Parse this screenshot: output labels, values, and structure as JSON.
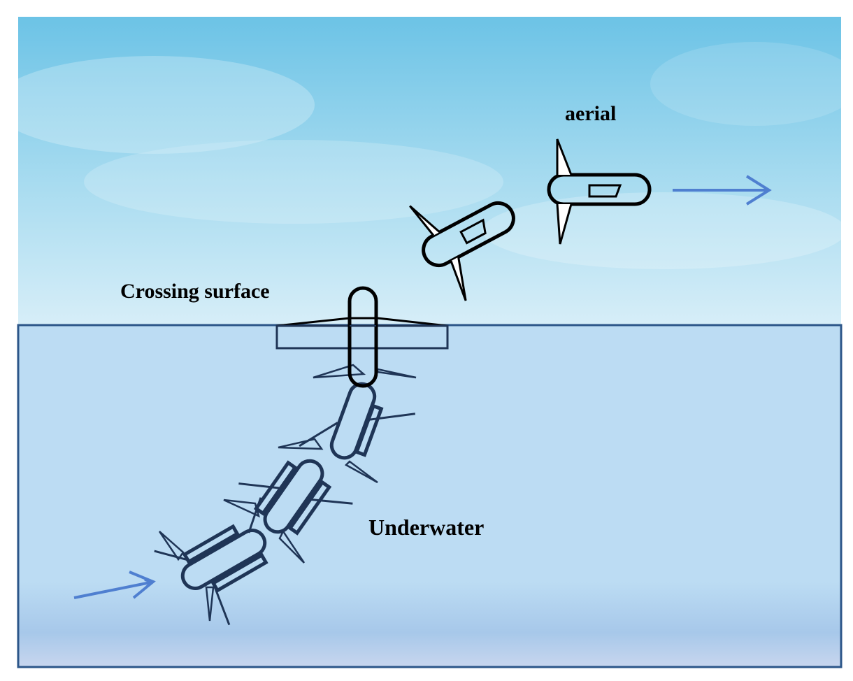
{
  "labels": {
    "aerial": "aerial",
    "crossing_surface": "Crossing surface",
    "underwater": "Underwater"
  },
  "colors": {
    "sky_top": "#6cc3e6",
    "sky_bottom": "#d7eef8",
    "water": "#bcdcf3",
    "water_deep": "#9fc2e6",
    "water_border": "#2c5689",
    "arrow": "#4f7fd0",
    "outline_dark": "#000000",
    "outline_submerged": "#1f3556"
  }
}
